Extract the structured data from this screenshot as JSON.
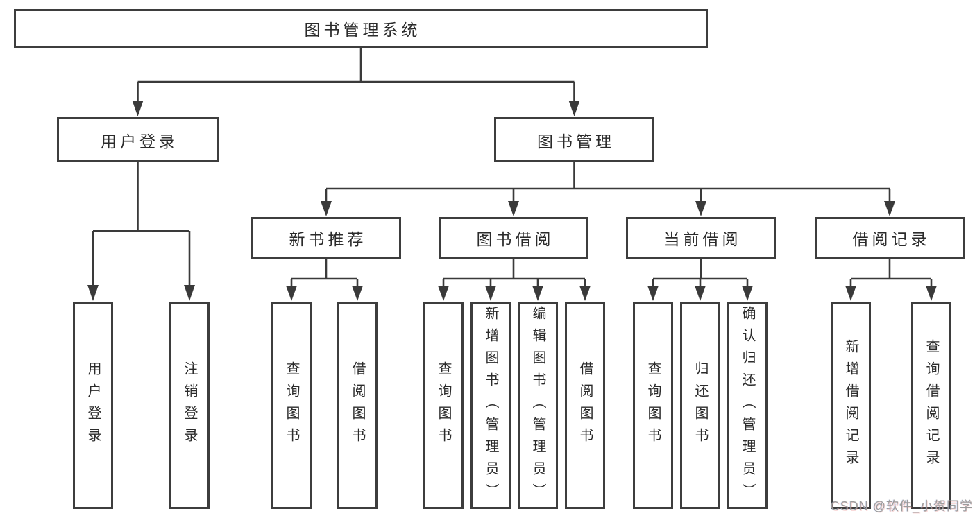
{
  "diagram": {
    "type": "tree",
    "root": {
      "label": "图书管理系统"
    },
    "branches": [
      {
        "label": "用户登录",
        "children": [
          {
            "label": "用户登录"
          },
          {
            "label": "注销登录"
          }
        ]
      },
      {
        "label": "图书管理",
        "children": [
          {
            "label": "新书推荐",
            "children": [
              {
                "label": "查询图书"
              },
              {
                "label": "借阅图书"
              }
            ]
          },
          {
            "label": "图书借阅",
            "children": [
              {
                "label": "查询图书"
              },
              {
                "label": "新增图书（管理员）"
              },
              {
                "label": "编辑图书（管理员）"
              },
              {
                "label": "借阅图书"
              }
            ]
          },
          {
            "label": "当前借阅",
            "children": [
              {
                "label": "查询图书"
              },
              {
                "label": "归还图书"
              },
              {
                "label": "确认归还（管理员）"
              }
            ]
          },
          {
            "label": "借阅记录",
            "children": [
              {
                "label": "新增借阅记录"
              },
              {
                "label": "查询借阅记录"
              }
            ]
          }
        ]
      }
    ]
  },
  "watermark": {
    "text": "CSDN @软件_小贺同学"
  },
  "colors": {
    "line": "#3a3a3a",
    "box_border": "#3d3d3d",
    "box_fill": "#ffffff",
    "text": "#2b2b2b",
    "watermark_text": "#9c9c9c",
    "background": "#ffffff"
  }
}
